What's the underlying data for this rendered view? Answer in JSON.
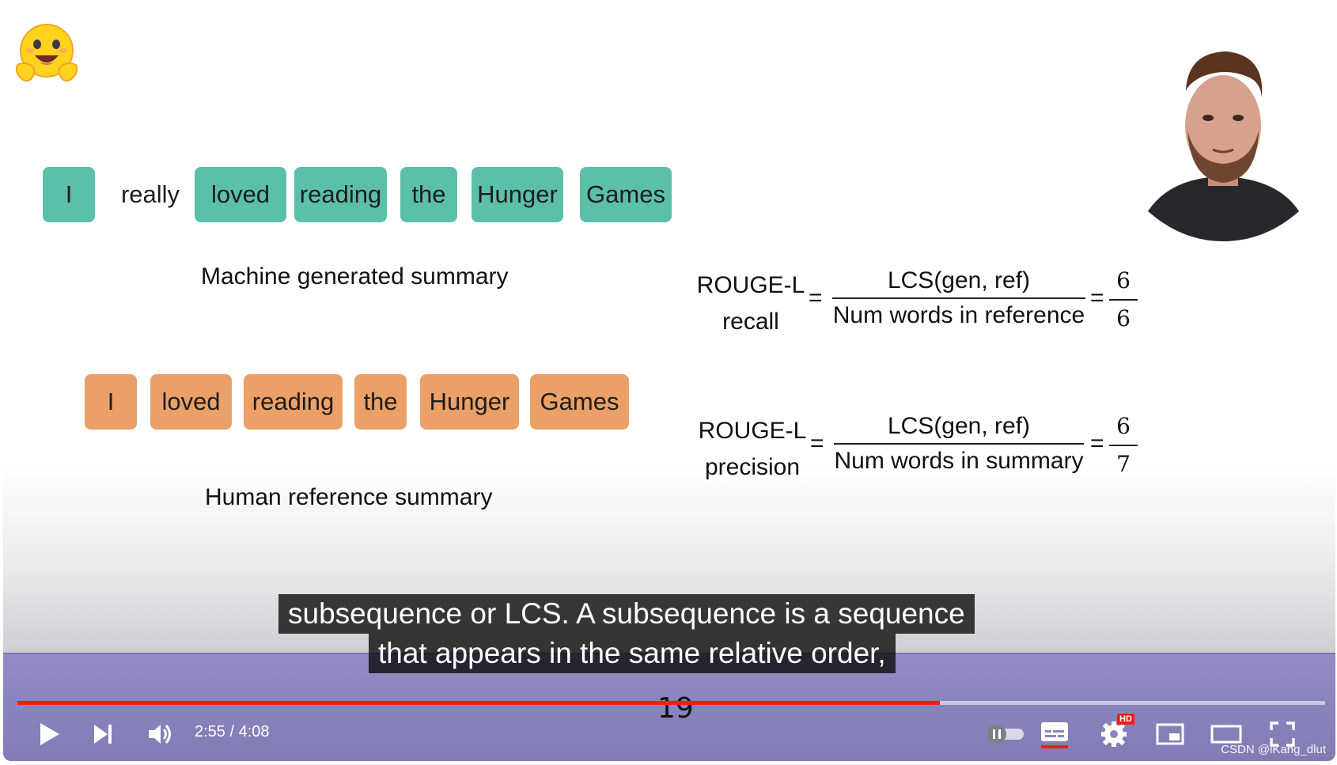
{
  "slide": {
    "machine_tokens": [
      {
        "text": "I",
        "highlight": true
      },
      {
        "text": "really",
        "highlight": false
      },
      {
        "text": "loved",
        "highlight": true
      },
      {
        "text": "reading",
        "highlight": true
      },
      {
        "text": "the",
        "highlight": true
      },
      {
        "text": "Hunger",
        "highlight": true
      },
      {
        "text": "Games",
        "highlight": true
      }
    ],
    "machine_label": "Machine generated summary",
    "reference_tokens": [
      {
        "text": "I"
      },
      {
        "text": "loved"
      },
      {
        "text": "reading"
      },
      {
        "text": "the"
      },
      {
        "text": "Hunger"
      },
      {
        "text": "Games"
      }
    ],
    "reference_label": "Human reference summary",
    "recall": {
      "name_line1": "ROUGE-L",
      "name_line2": "recall",
      "equals": "=",
      "numerator": "LCS(gen, ref)",
      "denominator": "Num words in reference",
      "value_num": "6",
      "value_den": "6"
    },
    "precision": {
      "name_line1": "ROUGE-L",
      "name_line2": "precision",
      "equals": "=",
      "numerator": "LCS(gen, ref)",
      "denominator": "Num words in summary",
      "value_num": "6",
      "value_den": "7"
    },
    "slide_number": "19"
  },
  "subtitles": {
    "line1": "subsequence or LCS. A subsequence is a sequence",
    "line2": "that appears in the same relative order,"
  },
  "player": {
    "current_time": "2:55",
    "separator": " / ",
    "duration": "4:08",
    "time_display": "2:55 / 4:08",
    "progress_fraction": 0.7056,
    "hd_badge": "HD",
    "accent_color": "#ff1a1a",
    "icons": {
      "play": "play-icon",
      "next": "next-icon",
      "volume": "volume-icon",
      "autoplay": "autoplay-toggle",
      "subtitles": "subtitles-icon",
      "settings": "settings-icon",
      "miniplayer": "miniplayer-icon",
      "theater": "theater-icon",
      "fullscreen": "fullscreen-icon"
    }
  },
  "watermark": "CSDN @iKang_dlut",
  "colors": {
    "teal_token": "#5bbfa9",
    "orange_token": "#eaa066",
    "control_bar": "#8b85bd"
  }
}
